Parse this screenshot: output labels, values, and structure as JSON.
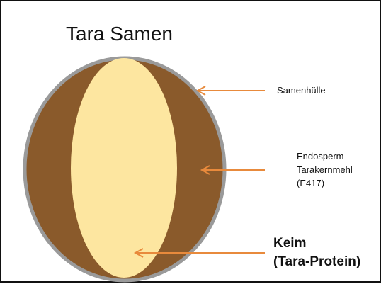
{
  "title": "Tara Samen",
  "labels": {
    "seed_coat": "Samenhülle",
    "endosperm": "Endosperm",
    "endosperm_name": "Tarakernmehl",
    "endosperm_code": "(E417)",
    "germ": "Keim",
    "germ_protein": "(Tara-Protein)"
  },
  "colors": {
    "seed_coat": "#8b8b8b",
    "endosperm": "#8a5a2b",
    "germ": "#fde6a0",
    "arrow": "#e88a3c"
  }
}
